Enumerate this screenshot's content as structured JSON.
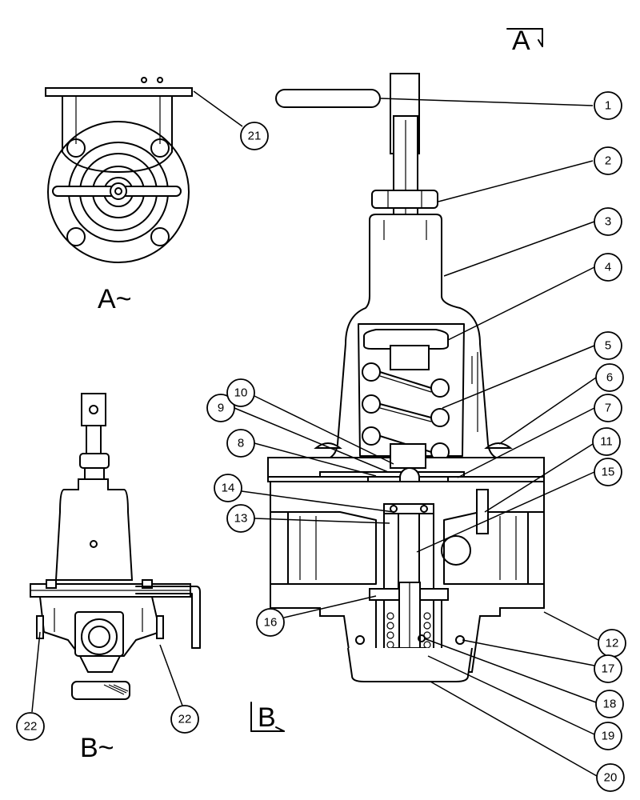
{
  "view_labels": {
    "section_a_marker": "A",
    "section_b_marker": "B",
    "view_a": "A~",
    "view_b": "B~"
  },
  "callouts": [
    {
      "id": "c1",
      "label": "1"
    },
    {
      "id": "c2",
      "label": "2"
    },
    {
      "id": "c3",
      "label": "3"
    },
    {
      "id": "c4",
      "label": "4"
    },
    {
      "id": "c5",
      "label": "5"
    },
    {
      "id": "c6",
      "label": "6"
    },
    {
      "id": "c7",
      "label": "7"
    },
    {
      "id": "c8",
      "label": "8"
    },
    {
      "id": "c9",
      "label": "9"
    },
    {
      "id": "c10",
      "label": "10"
    },
    {
      "id": "c11",
      "label": "11"
    },
    {
      "id": "c12",
      "label": "12"
    },
    {
      "id": "c13",
      "label": "13"
    },
    {
      "id": "c14",
      "label": "14"
    },
    {
      "id": "c15",
      "label": "15"
    },
    {
      "id": "c16",
      "label": "16"
    },
    {
      "id": "c17",
      "label": "17"
    },
    {
      "id": "c18",
      "label": "18"
    },
    {
      "id": "c19",
      "label": "19"
    },
    {
      "id": "c20",
      "label": "20"
    },
    {
      "id": "c21",
      "label": "21"
    },
    {
      "id": "c22a",
      "label": "22"
    },
    {
      "id": "c22b",
      "label": "22"
    }
  ]
}
